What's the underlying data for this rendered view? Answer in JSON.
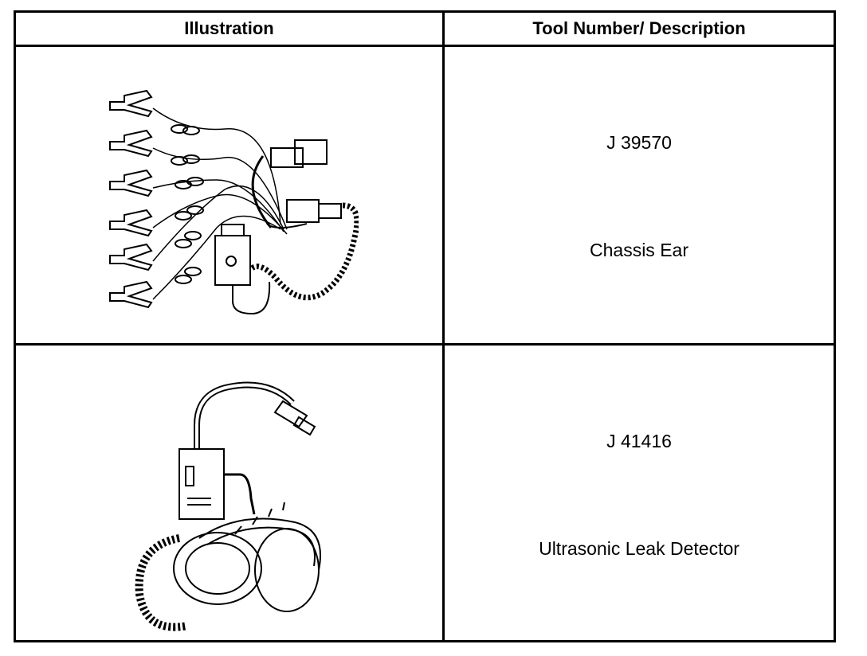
{
  "table": {
    "headers": {
      "illustration": "Illustration",
      "tool": "Tool Number/ Description"
    },
    "rows": [
      {
        "tool_number": "J 39570",
        "description": "Chassis Ear",
        "illustration_icon": "chassis-ear-illustration"
      },
      {
        "tool_number": "J 41416",
        "description": "Ultrasonic Leak Detector",
        "illustration_icon": "ultrasonic-leak-detector-illustration"
      }
    ]
  }
}
